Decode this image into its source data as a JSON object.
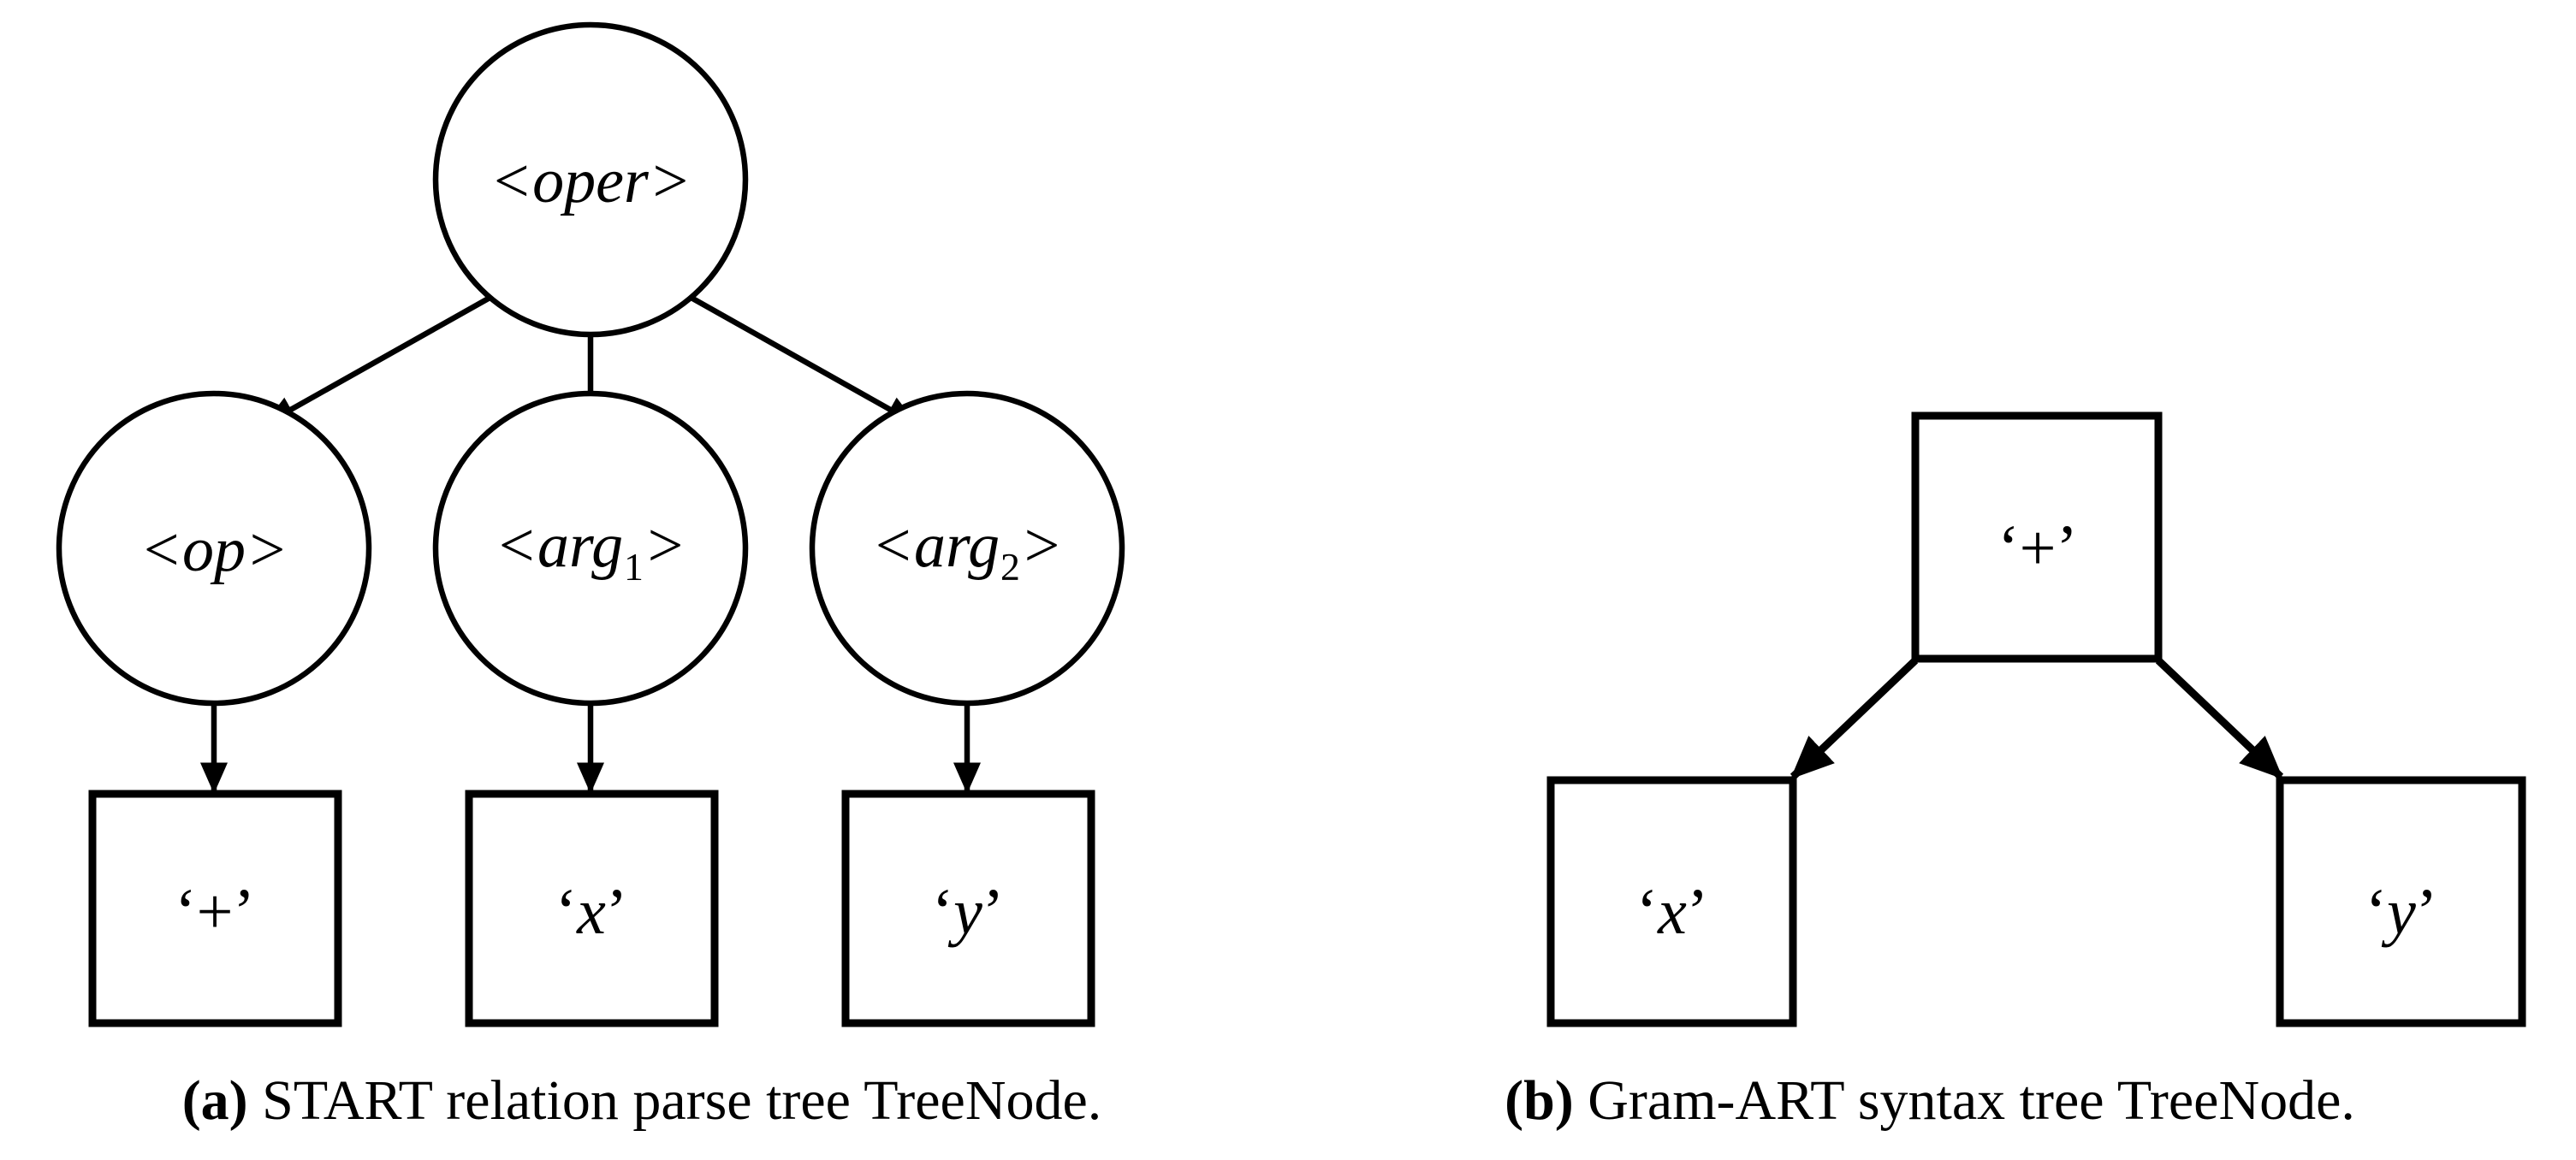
{
  "figure": {
    "background_color": "#ffffff",
    "stroke_color": "#000000",
    "panels": [
      {
        "id": "a",
        "caption_tag": "(a)",
        "caption_text": " START relation parse tree TreeNode.",
        "tree_kind": "parse-tree",
        "nodes": [
          {
            "id": "oper",
            "shape": "circle",
            "label": "<oper>",
            "level": 0
          },
          {
            "id": "op",
            "shape": "circle",
            "label": "<op>",
            "level": 1
          },
          {
            "id": "arg1",
            "shape": "circle",
            "label": "<arg",
            "subscript": "1",
            "label_close": ">",
            "level": 1
          },
          {
            "id": "arg2",
            "shape": "circle",
            "label": "<arg",
            "subscript": "2",
            "label_close": ">",
            "level": 1
          },
          {
            "id": "plus",
            "shape": "square",
            "label": "‘+’",
            "level": 2
          },
          {
            "id": "x",
            "shape": "square",
            "label": "‘x’",
            "level": 2
          },
          {
            "id": "y",
            "shape": "square",
            "label": "‘y’",
            "level": 2
          }
        ],
        "edges": [
          {
            "from": "oper",
            "to": "op"
          },
          {
            "from": "oper",
            "to": "arg1"
          },
          {
            "from": "oper",
            "to": "arg2"
          },
          {
            "from": "op",
            "to": "plus"
          },
          {
            "from": "arg1",
            "to": "x"
          },
          {
            "from": "arg2",
            "to": "y"
          }
        ]
      },
      {
        "id": "b",
        "caption_tag": "(b)",
        "caption_text": " Gram-ART syntax tree TreeNode.",
        "tree_kind": "syntax-tree",
        "nodes": [
          {
            "id": "plus",
            "shape": "square",
            "label": "‘+’",
            "level": 0
          },
          {
            "id": "x",
            "shape": "square",
            "label": "‘x’",
            "level": 1
          },
          {
            "id": "y",
            "shape": "square",
            "label": "‘y’",
            "level": 1
          }
        ],
        "edges": [
          {
            "from": "plus",
            "to": "x"
          },
          {
            "from": "plus",
            "to": "y"
          }
        ]
      }
    ]
  },
  "labels": {
    "a": {
      "oper": "<oper>",
      "op": "<op>",
      "arg_base": "<arg",
      "arg1_sub": "1",
      "arg2_sub": "2",
      "arg_close": ">",
      "quote_open": "‘",
      "quote_close": "’",
      "plus": "+",
      "x": "x",
      "y": "y"
    },
    "b": {
      "quote_open": "‘",
      "quote_close": "’",
      "plus": "+",
      "x": "x",
      "y": "y"
    }
  },
  "captions": {
    "a": {
      "tag": "(a)",
      "text": " START relation parse tree TreeNode."
    },
    "b": {
      "tag": "(b)",
      "text": " Gram-ART syntax tree TreeNode."
    }
  }
}
